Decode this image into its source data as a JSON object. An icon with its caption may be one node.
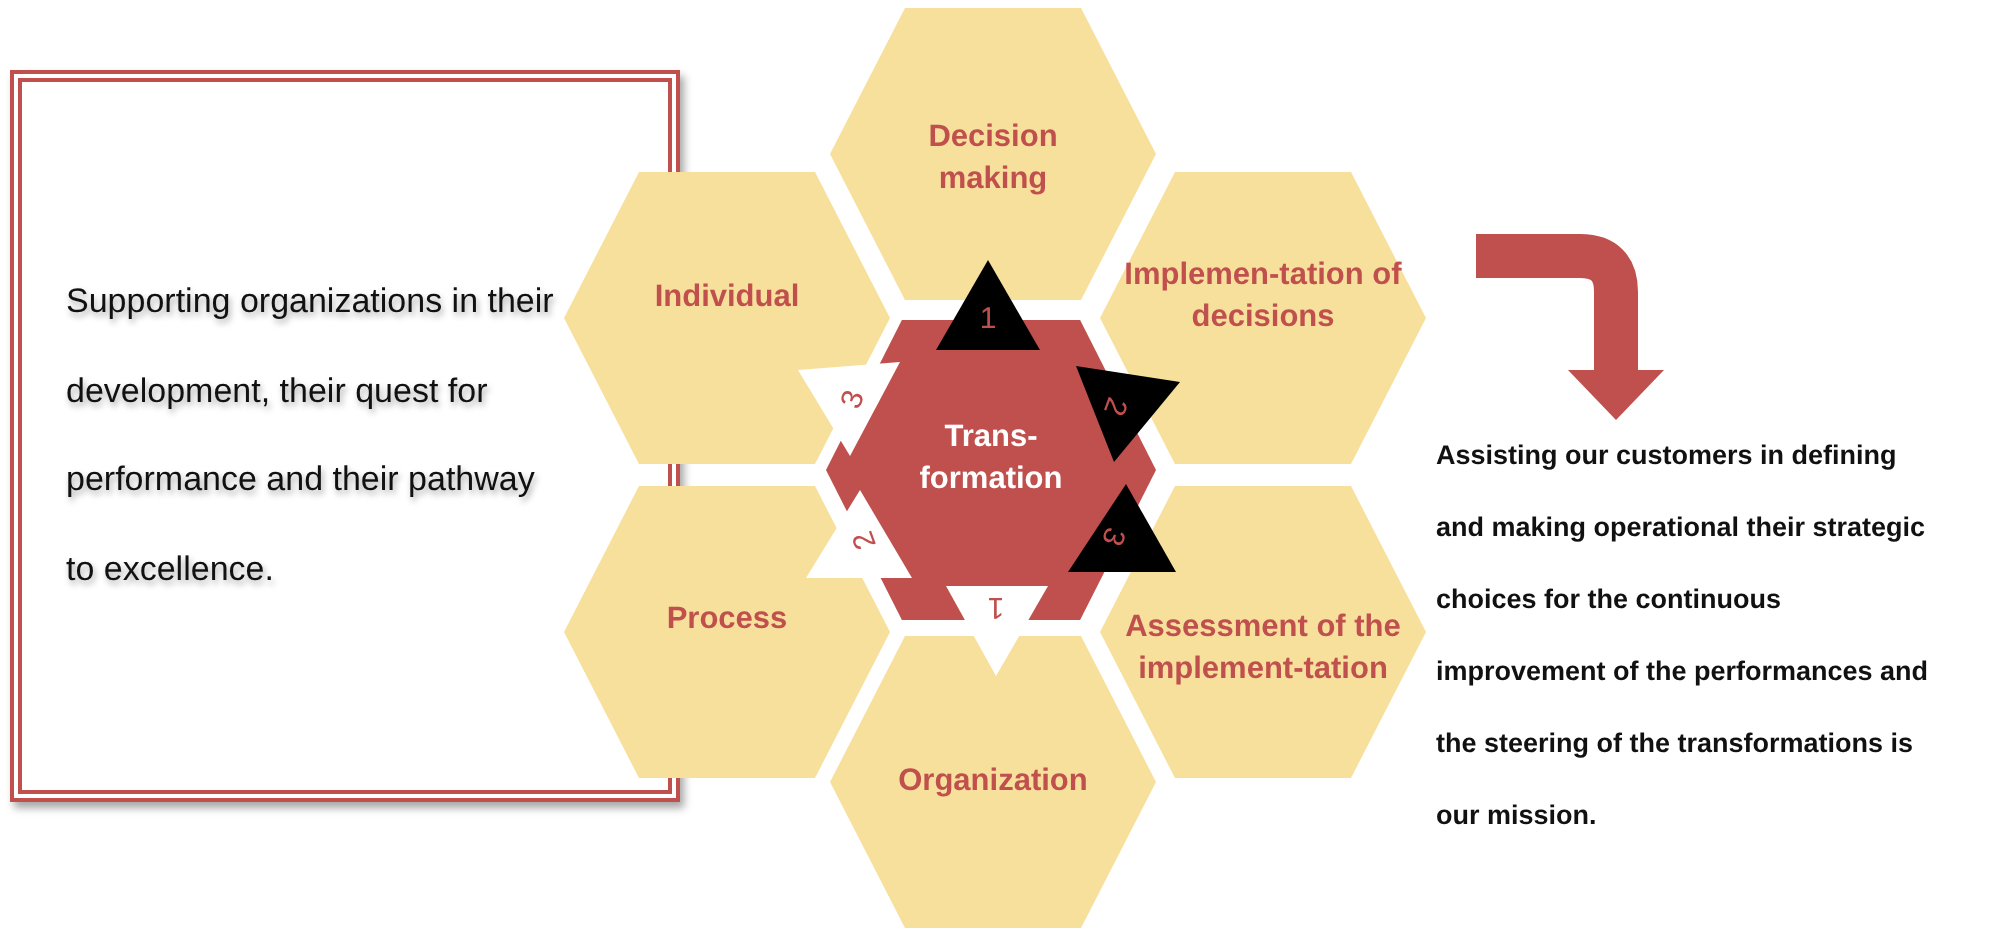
{
  "diagram": {
    "nodes": [
      {
        "text": [
          "Supporting organizations in their development, their quest for performance and their pathway to excellence."
        ]
      },
      {
        "text": [
          "Decision making"
        ]
      },
      {
        "text": [
          "Individual"
        ]
      },
      {
        "text": [
          "Implemen-tation of decisions"
        ]
      },
      {
        "text": [
          "Trans-formation"
        ]
      },
      {
        "text": [
          "Process"
        ]
      },
      {
        "text": [
          "Assessment of the implement-tation"
        ]
      },
      {
        "text": [
          "Organization"
        ]
      },
      {
        "text": [
          "Assisting our customers in defining and making operational their strategic choices for the continuous improvement of the  performances and the steering of the transformations is our mission."
        ]
      }
    ],
    "edges": [
      {
        "from": null,
        "to": 8,
        "arrow": "to"
      }
    ],
    "labels": [
      "1",
      "3",
      "2",
      "3",
      "2",
      "1"
    ]
  }
}
